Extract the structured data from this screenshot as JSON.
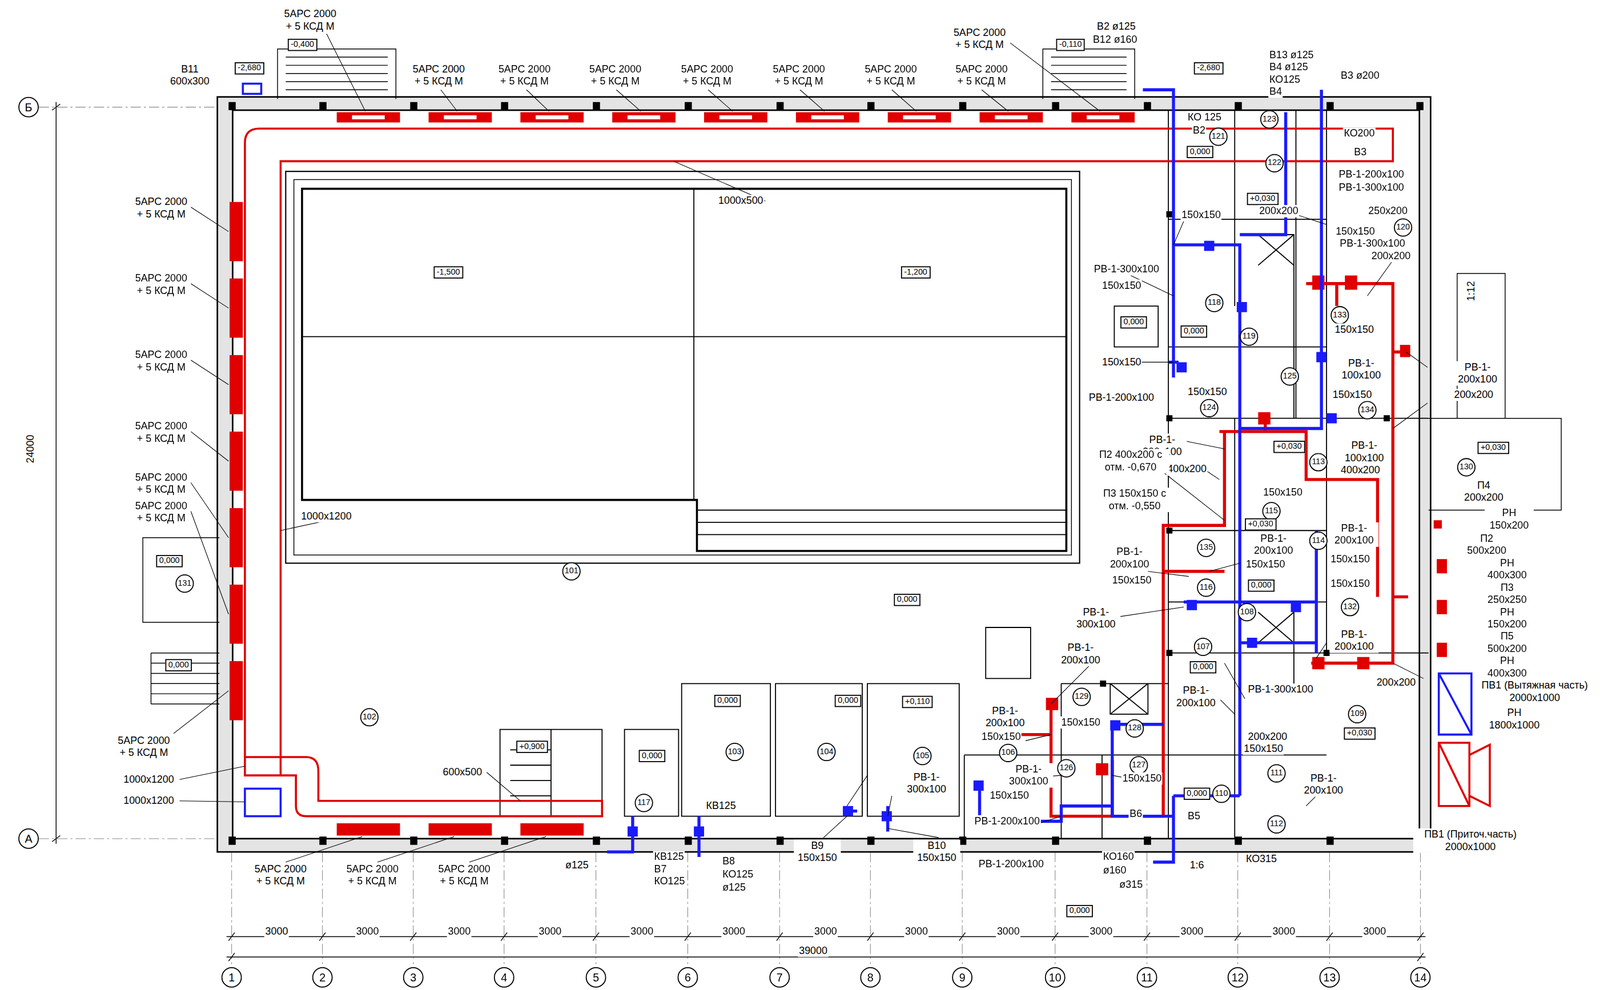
{
  "diagram": {
    "nodes": [
      {
        "text": [
          "-0,400"
        ]
      },
      {
        "text": [
          "-0,110"
        ]
      },
      {
        "text": [
          "-2,680"
        ]
      },
      {
        "text": [
          "-2,680"
        ]
      },
      {
        "text": [
          "Б"
        ]
      },
      {
        "text": [
          "123"
        ]
      },
      {
        "text": [
          "121"
        ]
      },
      {
        "text": [
          "0,000"
        ]
      },
      {
        "text": [
          "122"
        ]
      },
      {
        "text": [
          "+0,030"
        ]
      },
      {
        "text": [
          "120"
        ]
      },
      {
        "text": [
          "-1,500"
        ]
      },
      {
        "text": [
          "-1,200"
        ]
      },
      {
        "text": [
          "118"
        ]
      },
      {
        "text": [
          "133"
        ]
      },
      {
        "text": [
          "0,000"
        ]
      },
      {
        "text": [
          "0,000"
        ]
      },
      {
        "text": [
          "119"
        ]
      },
      {
        "text": [
          "125"
        ]
      },
      {
        "text": [
          "124"
        ]
      },
      {
        "text": [
          "134"
        ]
      },
      {
        "text": [
          "+0,030"
        ]
      },
      {
        "text": [
          "+0,030"
        ]
      },
      {
        "text": [
          "113"
        ]
      },
      {
        "text": [
          "130"
        ]
      },
      {
        "text": [
          "115"
        ]
      },
      {
        "text": [
          "+0,030"
        ]
      },
      {
        "text": [
          "114"
        ]
      },
      {
        "text": [
          "135"
        ]
      },
      {
        "text": [
          "0,000"
        ]
      },
      {
        "text": [
          "101"
        ]
      },
      {
        "text": [
          "0,000"
        ]
      },
      {
        "text": [
          "131"
        ]
      },
      {
        "text": [
          "116"
        ]
      },
      {
        "text": [
          "0,000"
        ]
      },
      {
        "text": [
          "132"
        ]
      },
      {
        "text": [
          "108"
        ]
      },
      {
        "text": [
          "107"
        ]
      },
      {
        "text": [
          "0,000"
        ]
      },
      {
        "text": [
          "0,000"
        ]
      },
      {
        "text": [
          "0,000"
        ]
      },
      {
        "text": [
          "0,000"
        ]
      },
      {
        "text": [
          "+0,110"
        ]
      },
      {
        "text": [
          "129"
        ]
      },
      {
        "text": [
          "109"
        ]
      },
      {
        "text": [
          "102"
        ]
      },
      {
        "text": [
          "+0,030"
        ]
      },
      {
        "text": [
          "128"
        ]
      },
      {
        "text": [
          "+0,900"
        ]
      },
      {
        "text": [
          "0,000"
        ]
      },
      {
        "text": [
          "103"
        ]
      },
      {
        "text": [
          "104"
        ]
      },
      {
        "text": [
          "106"
        ]
      },
      {
        "text": [
          "105"
        ]
      },
      {
        "text": [
          "127"
        ]
      },
      {
        "text": [
          "126"
        ]
      },
      {
        "text": [
          "111"
        ]
      },
      {
        "text": [
          "0,000"
        ]
      },
      {
        "text": [
          "110"
        ]
      },
      {
        "text": [
          "117"
        ]
      },
      {
        "text": [
          "112"
        ]
      },
      {
        "text": [
          "А"
        ]
      },
      {
        "text": [
          "0,000"
        ]
      },
      {
        "text": [
          "1"
        ]
      },
      {
        "text": [
          "2"
        ]
      },
      {
        "text": [
          "3"
        ]
      },
      {
        "text": [
          "4"
        ]
      },
      {
        "text": [
          "5"
        ]
      },
      {
        "text": [
          "6"
        ]
      },
      {
        "text": [
          "7"
        ]
      },
      {
        "text": [
          "8"
        ]
      },
      {
        "text": [
          "9"
        ]
      },
      {
        "text": [
          "10"
        ]
      },
      {
        "text": [
          "11"
        ]
      },
      {
        "text": [
          "12"
        ]
      },
      {
        "text": [
          "13"
        ]
      },
      {
        "text": [
          "14"
        ]
      }
    ],
    "labels": [
      "5АРС 2000 + 5 КСД М",
      "5АРС 2000 + 5 КСД М",
      "5АРС 2000 + 5 КСД М",
      "5АРС 2000 + 5 КСД М",
      "5АРС 2000 + 5 КСД М",
      "5АРС 2000 + 5 КСД М",
      "5АРС 2000 + 5 КСД М",
      "5АРС 2000 + 5 КСД М",
      "5АРС 2000 + 5 КСД М",
      "5АРС 2000 + 5 КСД М",
      "5АРС 2000 + 5 КСД М",
      "5АРС 2000 + 5 КСД М",
      "5АРС 2000 + 5 КСД М",
      "5АРС 2000 + 5 КСД М",
      "5АРС 2000 + 5 КСД М",
      "5АРС 2000 + 5 КСД М",
      "5АРС 2000 + 5 КСД М",
      "5АРС 2000 + 5 КСД М",
      "5АРС 2000 + 5 КСД М",
      "В11 600х300",
      "1000х500",
      "1000х1200",
      "1000х1200",
      "1000х1200",
      "600х500",
      "24000",
      "3000",
      "3000",
      "3000",
      "3000",
      "3000",
      "3000",
      "3000",
      "3000",
      "3000",
      "3000",
      "3000",
      "3000",
      "3000",
      "39000",
      "1:12",
      "1:6",
      "В2 ø125",
      "В12 ø160",
      "В13 ø125",
      "В4 ø125",
      "КО125",
      "В4",
      "В3 ø200",
      "КО 125",
      "В2",
      "КО200",
      "В3",
      "РВ-1-200х100",
      "РВ-1-300х100",
      "250х200",
      "150х150",
      "200х200",
      "150х150",
      "РВ-1-300х100",
      "200х200",
      "РВ-1-300х100",
      "150х150",
      "150х150",
      "150х150",
      "РВ-1-200х100",
      "РВ-1- 100х100",
      "150х150",
      "150х150",
      "РВ-1- 200х100",
      "РВ-1- 200х100",
      "200х200",
      "РВ-1- 100х100",
      "400х200",
      "400х200",
      "П2 400х200 с отм. -0,670",
      "П3 150х150 с отм. -0,550",
      "150х150",
      "РВ-1- 200х100",
      "150х150",
      "РВ-1- 200х100",
      "150х150",
      "150х150",
      "РВ-1- 200х100",
      "150х150",
      "РВ-1- 300х100",
      "РВ-1- 200х100",
      "РВ-1- 200х100",
      "РВ-1- 200х100",
      "РВ-1-300х100",
      "200х200",
      "200х200",
      "150х150",
      "РВ-1- 200х100",
      "150х150",
      "РВ-1- 300х100",
      "150х150",
      "РВ-1-200х100",
      "РВ-1-200х100",
      "150х150",
      "150х150",
      "В6",
      "В5",
      "КО315",
      "КО160",
      "ø160",
      "ø315",
      "РВ-1- 200х100",
      "РВ-1- 300х100",
      "В9 150х150",
      "В10 150х150",
      "КВ125",
      "ø125",
      "КВ125",
      "В7",
      "КО125",
      "В8",
      "КО125",
      "ø125",
      "П4 200х200",
      "РН 150х200",
      "П2 500х200",
      "РН 400х300",
      "П3 250х250",
      "РН 150х200",
      "П5 500х200",
      "РН 400х300",
      "ПВ1 (Вытяжная часть) 2000х1000",
      "РН 1800х1000",
      "ПВ1 (Приточ.часть) 2000х1000"
    ]
  }
}
